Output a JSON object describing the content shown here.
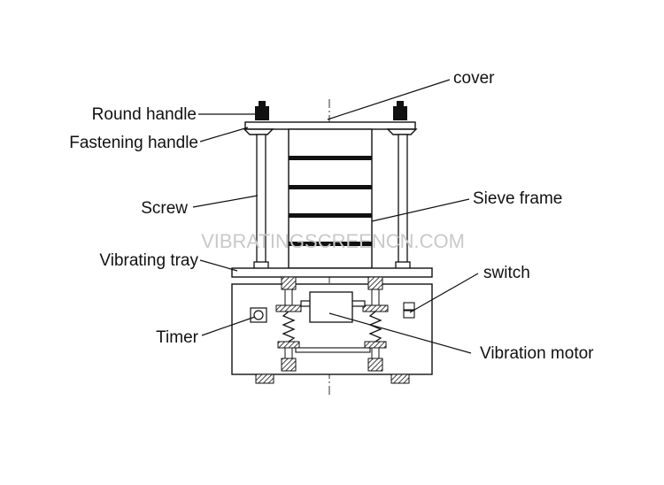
{
  "labels": {
    "cover": "cover",
    "round_handle": "Round handle",
    "fastening_handle": "Fastening handle",
    "screw": "Screw",
    "sieve_frame": "Sieve frame",
    "vibrating_tray": "Vibrating tray",
    "switch": "switch",
    "timer": "Timer",
    "vibration_motor": "Vibration motor"
  },
  "watermark": "VIBRATINGSCREENCN.COM",
  "colors": {
    "line": "#111111",
    "label": "#111111",
    "watermark": "#c9c9c9",
    "background": "#ffffff"
  }
}
